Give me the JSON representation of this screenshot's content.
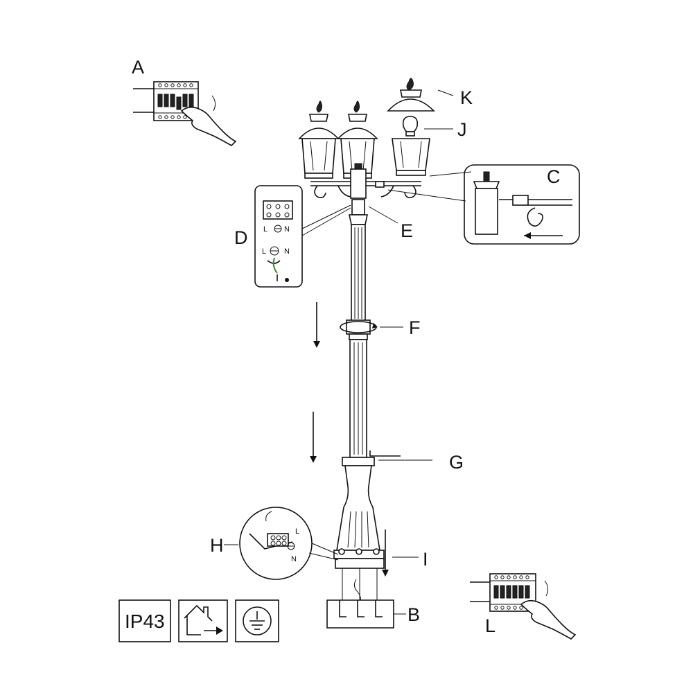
{
  "callouts": {
    "A": "A",
    "B": "B",
    "C": "C",
    "D": "D",
    "E": "E",
    "F": "F",
    "G": "G",
    "H": "H",
    "I": "I",
    "J": "J",
    "K": "K",
    "L": "L"
  },
  "wiring_terminals": {
    "live": "L",
    "neutral": "N"
  },
  "junction_terminals": {
    "live": "L",
    "neutral": "N"
  },
  "badges": {
    "ip_rating": "IP43"
  },
  "icons": [
    "outdoor-house-arrow-icon",
    "earth-ground-icon",
    "bulb-icon",
    "allen-key-icon",
    "rotate-arrow-icon"
  ]
}
